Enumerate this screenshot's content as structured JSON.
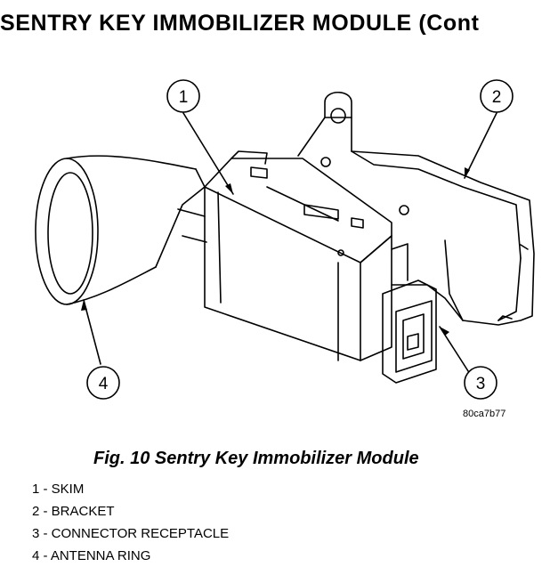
{
  "page": {
    "title": "SENTRY KEY IMMOBILIZER MODULE (Cont"
  },
  "figure": {
    "callouts": [
      "1",
      "2",
      "3",
      "4"
    ],
    "code": "80ca7b77",
    "caption": "Fig. 10 Sentry Key Immobilizer Module"
  },
  "legend": [
    "1 - SKIM",
    "2 - BRACKET",
    "3 - CONNECTOR RECEPTACLE",
    "4 - ANTENNA RING"
  ],
  "colors": {
    "ink": "#000000",
    "paper": "#ffffff"
  }
}
